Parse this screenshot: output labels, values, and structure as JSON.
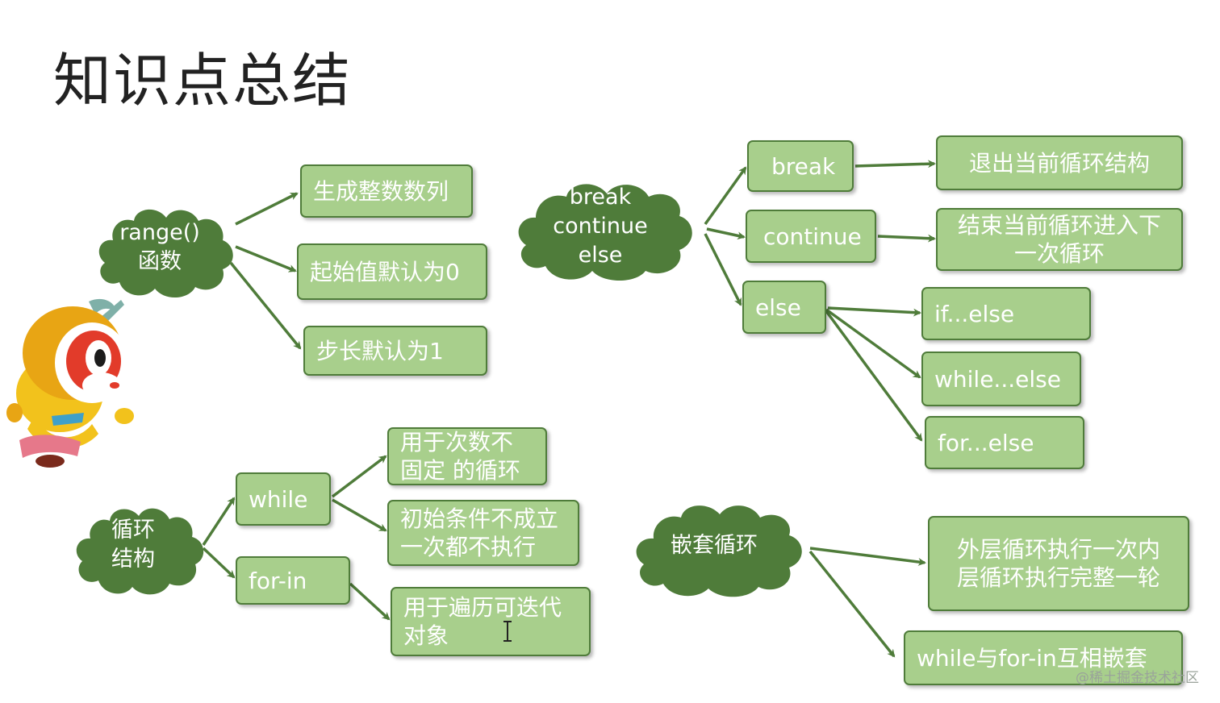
{
  "title": "知识点总结",
  "watermark": "@稀土掘金技术社区",
  "colors": {
    "cloud": "#4f7c3a",
    "box_fill": "#a8cf8c",
    "box_border": "#4f7c3a",
    "arrow": "#4f7c3a",
    "text_on_box": "#ffffff"
  },
  "clouds": {
    "range": {
      "line1": "range()",
      "line2": "函数"
    },
    "break_continue_else": {
      "line1": "break",
      "line2": "continue",
      "line3": "else"
    },
    "loops": {
      "line1": "循环",
      "line2": "结构"
    },
    "nested": {
      "line1": "嵌套循环"
    }
  },
  "range_boxes": {
    "generate": "生成整数数列",
    "start_default": "起始值默认为0",
    "step_default": "步长默认为1"
  },
  "bce_boxes": {
    "break": "break",
    "continue": "continue",
    "else": "else",
    "break_desc": "退出当前循环结构",
    "continue_desc_1": "结束当前循环进入下",
    "continue_desc_2": "一次循环",
    "if_else": "if...else",
    "while_else": "while...else",
    "for_else": "for...else"
  },
  "loop_boxes": {
    "while": "while",
    "for_in": "for-in",
    "while_desc1_1": "用于次数不",
    "while_desc1_2": "固定 的循环",
    "while_desc2_1": "初始条件不成立",
    "while_desc2_2": "一次都不执行",
    "forin_desc_1": "用于遍历可迭代",
    "forin_desc_2": "对象"
  },
  "nested_boxes": {
    "desc1_1": "外层循环执行一次内",
    "desc1_2": "层循环执行完整一轮",
    "desc2": "while与for-in互相嵌套"
  }
}
